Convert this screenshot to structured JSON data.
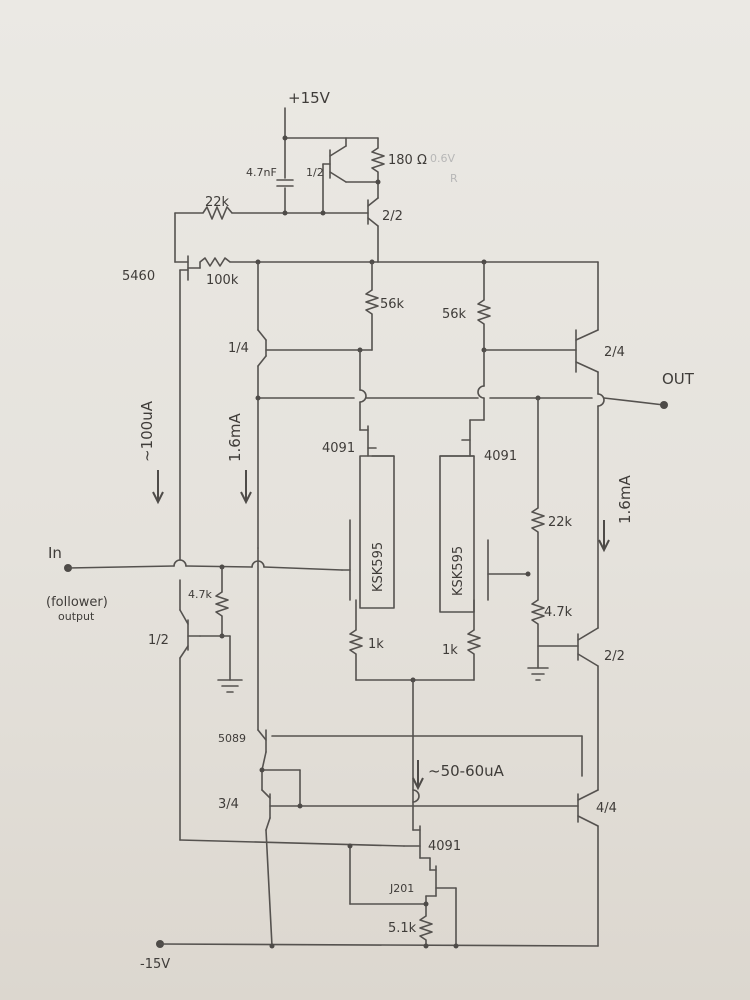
{
  "rails": {
    "positive": "+15V",
    "negative": "-15V"
  },
  "terminals": {
    "input": "In",
    "input_note": "(follower)",
    "input_note2": "output",
    "output": "OUT"
  },
  "resistors": {
    "r_top": "180 Ω",
    "r_bias_22k": "22k",
    "r_100k": "100k",
    "r_56k_left": "56k",
    "r_56k_right": "56k",
    "r_22k_right": "22k",
    "r_4k7_left": "4.7k",
    "r_4k7_right": "4.7k",
    "r_1k_left": "1k",
    "r_1k_right": "1k",
    "r_5k1": "5.1k"
  },
  "capacitors": {
    "c_top": "4.7nF"
  },
  "transistors": {
    "q_top_half": "1/2",
    "q_top_2_2": "2/2",
    "q_5460": "5460",
    "q_1_4": "1/4",
    "q_2_4": "2/4",
    "q_in_half": "1/2",
    "q_right_2_2": "2/2",
    "q_5089": "5089",
    "q_3_4": "3/4",
    "q_4_4": "4/4",
    "jfet_4091_left": "4091",
    "jfet_4091_right": "4091",
    "jfet_4091_bottom": "4091",
    "jfet_j201": "J201",
    "pair_ksk_left": "KSK595",
    "pair_ksk_right": "KSK595"
  },
  "currents": {
    "i_left": "~100uA",
    "i_mid": "1.6mA",
    "i_right": "1.6mA",
    "i_tail": "~50-60uA"
  },
  "faint_marks": {
    "m1": "0.6V",
    "m2": "R"
  }
}
